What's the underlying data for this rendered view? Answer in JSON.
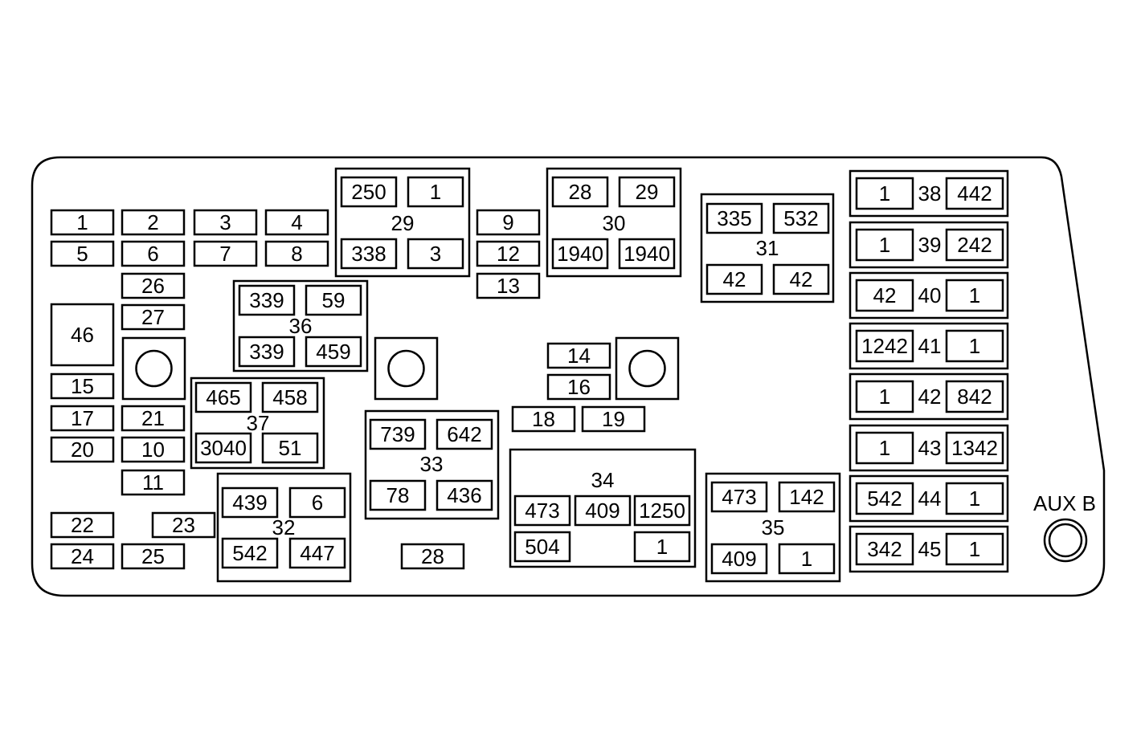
{
  "fuses_small": [
    {
      "label": "1"
    },
    {
      "label": "2"
    },
    {
      "label": "3"
    },
    {
      "label": "4"
    },
    {
      "label": "5"
    },
    {
      "label": "6"
    },
    {
      "label": "7"
    },
    {
      "label": "8"
    },
    {
      "label": "26"
    },
    {
      "label": "27"
    },
    {
      "label": "46"
    },
    {
      "label": "15"
    },
    {
      "label": "17"
    },
    {
      "label": "20"
    },
    {
      "label": "21"
    },
    {
      "label": "10"
    },
    {
      "label": "11"
    },
    {
      "label": "22"
    },
    {
      "label": "23"
    },
    {
      "label": "24"
    },
    {
      "label": "25"
    },
    {
      "label": "9"
    },
    {
      "label": "12"
    },
    {
      "label": "13"
    },
    {
      "label": "14"
    },
    {
      "label": "16"
    },
    {
      "label": "18"
    },
    {
      "label": "19"
    },
    {
      "label": "28"
    }
  ],
  "relay_blocks": [
    {
      "id": "29",
      "cells": [
        "250",
        "1",
        "338",
        "3"
      ]
    },
    {
      "id": "30",
      "cells": [
        "28",
        "29",
        "1940",
        "1940"
      ]
    },
    {
      "id": "31",
      "cells": [
        "335",
        "532",
        "42",
        "42"
      ]
    },
    {
      "id": "36",
      "cells": [
        "339",
        "59",
        "339",
        "459"
      ]
    },
    {
      "id": "37",
      "cells": [
        "465",
        "458",
        "3040",
        "51"
      ]
    },
    {
      "id": "33",
      "cells": [
        "739",
        "642",
        "78",
        "436"
      ]
    },
    {
      "id": "32",
      "cells": [
        "439",
        "6",
        "542",
        "447"
      ]
    },
    {
      "id": "34",
      "cells": [
        "473",
        "409",
        "1250",
        "504",
        "1"
      ]
    },
    {
      "id": "35",
      "cells": [
        "473",
        "142",
        "409",
        "1"
      ]
    }
  ],
  "side_relays": [
    {
      "id": "38",
      "left": "1",
      "right": "442"
    },
    {
      "id": "39",
      "left": "1",
      "right": "242"
    },
    {
      "id": "40",
      "left": "42",
      "right": "1"
    },
    {
      "id": "41",
      "left": "1242",
      "right": "1"
    },
    {
      "id": "42",
      "left": "1",
      "right": "842"
    },
    {
      "id": "43",
      "left": "1",
      "right": "1342"
    },
    {
      "id": "44",
      "left": "542",
      "right": "1"
    },
    {
      "id": "45",
      "left": "342",
      "right": "1"
    }
  ],
  "aux_label": "AUX B"
}
